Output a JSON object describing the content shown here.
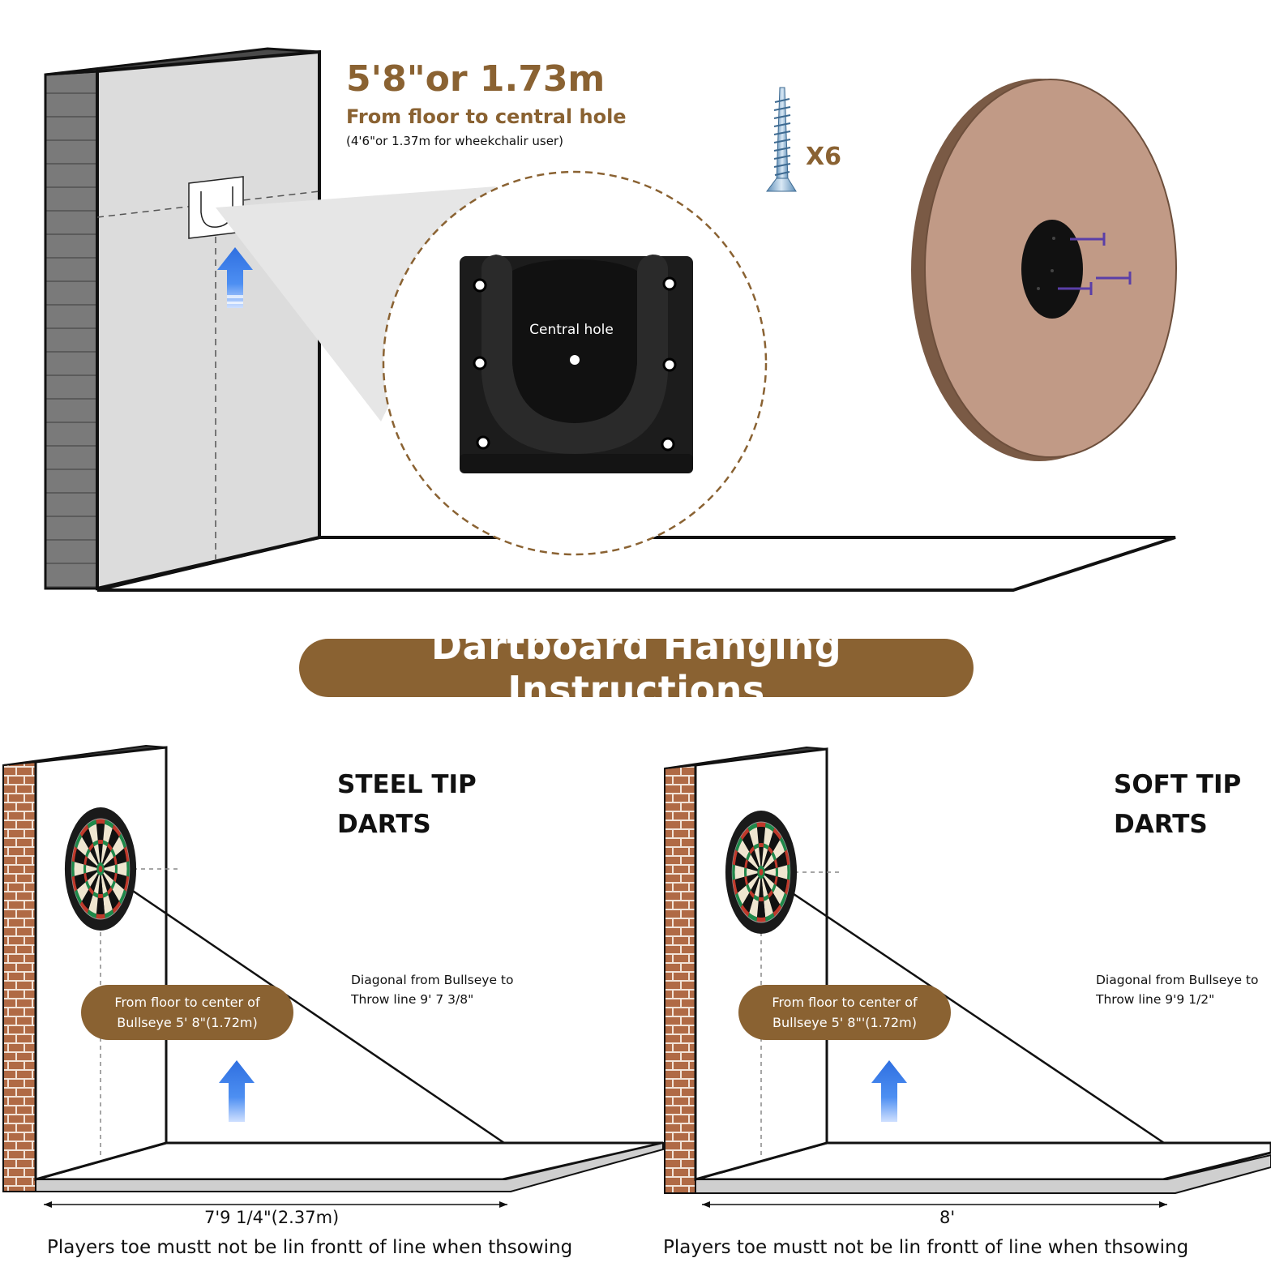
{
  "top": {
    "height_main": "5'8\"or 1.73m",
    "height_sub": "From floor to central hole",
    "height_note": "(4'6\"or 1.37m for wheekchalir user)",
    "bracket_label": "Central hole",
    "screw_count": "X6"
  },
  "banner": {
    "title": "Dartboard Hanging Instructions"
  },
  "steel": {
    "tip_line1": "STEEL TIP",
    "tip_line2": "DARTS",
    "floor_line1": "From floor to center of",
    "floor_line2": "Bullseye 5' 8\"(1.72m)",
    "diag_line1": "Diagonal from Bullseye to",
    "diag_line2": "Throw line 9' 7 3/8\"",
    "distance": "7'9 1/4\"(2.37m)",
    "rule": "Players toe mustt not be lin frontt of line when thsowing"
  },
  "soft": {
    "tip_line1": "SOFT TIP",
    "tip_line2": "DARTS",
    "floor_line1": "From floor to center of",
    "floor_line2": "Bullseye 5' 8\"'(1.72m)",
    "diag_line1": "Diagonal from Bullseye to",
    "diag_line2": "Throw line 9'9 1/2\"",
    "distance": "8'",
    "rule": "Players toe mustt not be lin frontt of line when thsowing"
  },
  "colors": {
    "accent_brown": "#8a6232",
    "arrow_blue": "#2f6fe0",
    "bracket_black": "#1c1c1c",
    "wall_grey": "#d9d9d9",
    "brick": "#b06a45",
    "backboard": "#c19a86"
  }
}
